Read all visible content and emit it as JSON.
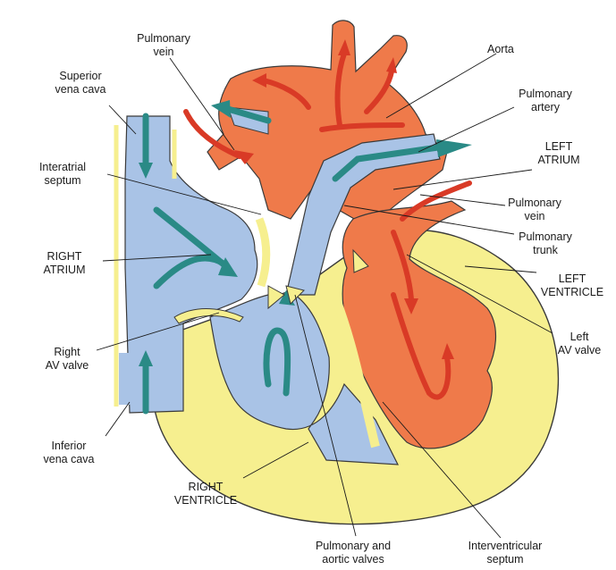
{
  "labels": {
    "pulmonary_vein_top": "Pulmonary\nvein",
    "aorta": "Aorta",
    "superior_vena_cava": "Superior\nvena cava",
    "pulmonary_artery": "Pulmonary\nartery",
    "interatrial_septum": "Interatrial\nseptum",
    "left_atrium": "LEFT\nATRIUM",
    "pulmonary_vein_right": "Pulmonary\nvein",
    "pulmonary_trunk": "Pulmonary\ntrunk",
    "right_atrium": "RIGHT\nATRIUM",
    "left_ventricle": "LEFT\nVENTRICLE",
    "right_av_valve": "Right\nAV valve",
    "left_av_valve": "Left\nAV valve",
    "inferior_vena_cava": "Inferior\nvena cava",
    "right_ventricle": "RIGHT\nVENTRICLE",
    "pulmonary_aortic_valves": "Pulmonary and\naortic valves",
    "interventricular_septum": "Interventricular\nseptum"
  },
  "colors": {
    "deoxygenated": "#a9c3e6",
    "oxygenated": "#ef7a4a",
    "wall": "#f6ef8f",
    "flow_blue": "#2a8a86",
    "flow_red": "#d93a26",
    "outline": "#3a3a3a"
  }
}
